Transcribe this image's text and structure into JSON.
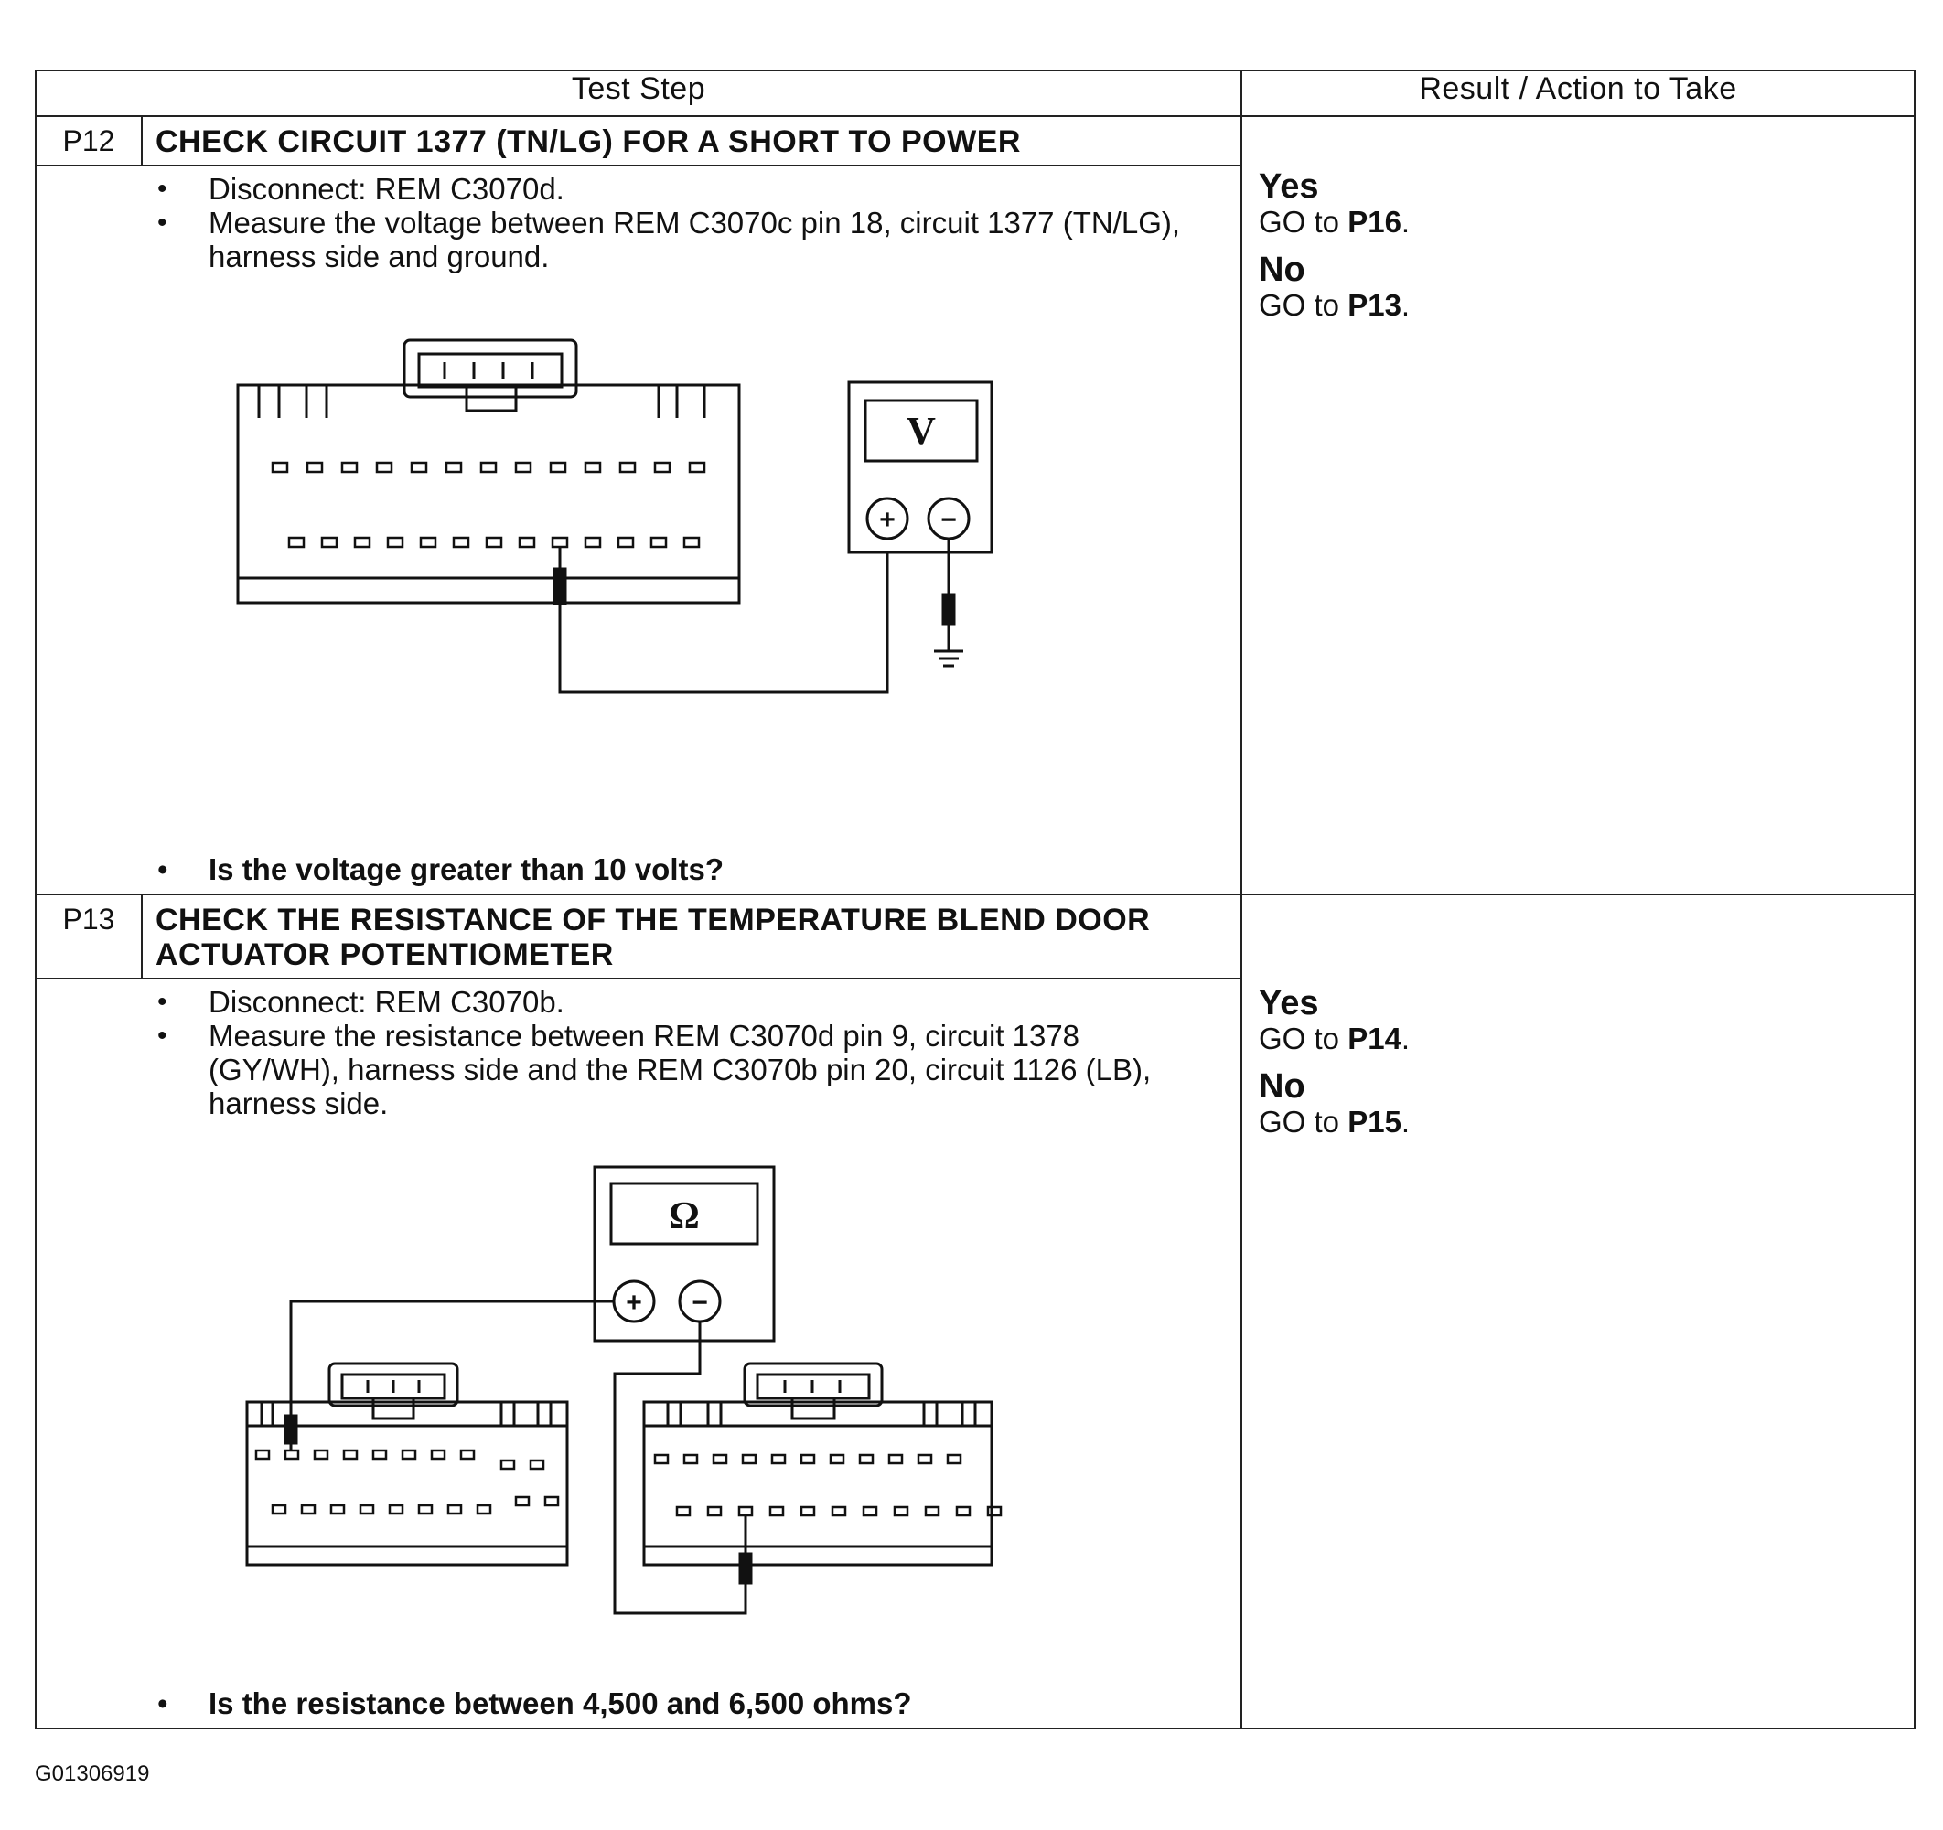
{
  "header": {
    "test_step": "Test Step",
    "result_action": "Result / Action to Take"
  },
  "steps": [
    {
      "id": "P12",
      "title": "CHECK CIRCUIT 1377 (TN/LG) FOR A SHORT TO POWER",
      "instructions": [
        "Disconnect: REM C3070d.",
        "Measure the voltage between REM C3070c pin 18, circuit 1377 (TN/LG), harness side and ground."
      ],
      "question": "Is the voltage greater than 10 volts?",
      "meter_symbol": "V",
      "results": [
        {
          "label": "Yes",
          "go": "GO to",
          "target": "P16",
          "punct": "."
        },
        {
          "label": "No",
          "go": "GO to",
          "target": "P13",
          "punct": "."
        }
      ]
    },
    {
      "id": "P13",
      "title": "CHECK THE RESISTANCE OF THE TEMPERATURE BLEND DOOR ACTUATOR POTENTIOMETER",
      "instructions": [
        "Disconnect: REM C3070b.",
        "Measure the resistance between REM C3070d pin 9, circuit 1378 (GY/WH), harness side and the REM C3070b pin 20, circuit 1126 (LB), harness side."
      ],
      "question": "Is the resistance between 4,500 and 6,500 ohms?",
      "meter_symbol": "Ω",
      "results": [
        {
          "label": "Yes",
          "go": "GO to",
          "target": "P14",
          "punct": "."
        },
        {
          "label": "No",
          "go": "GO to",
          "target": "P15",
          "punct": "."
        }
      ]
    }
  ],
  "figure_id": "G01306919",
  "icons": {
    "plus": "+",
    "minus": "−"
  }
}
